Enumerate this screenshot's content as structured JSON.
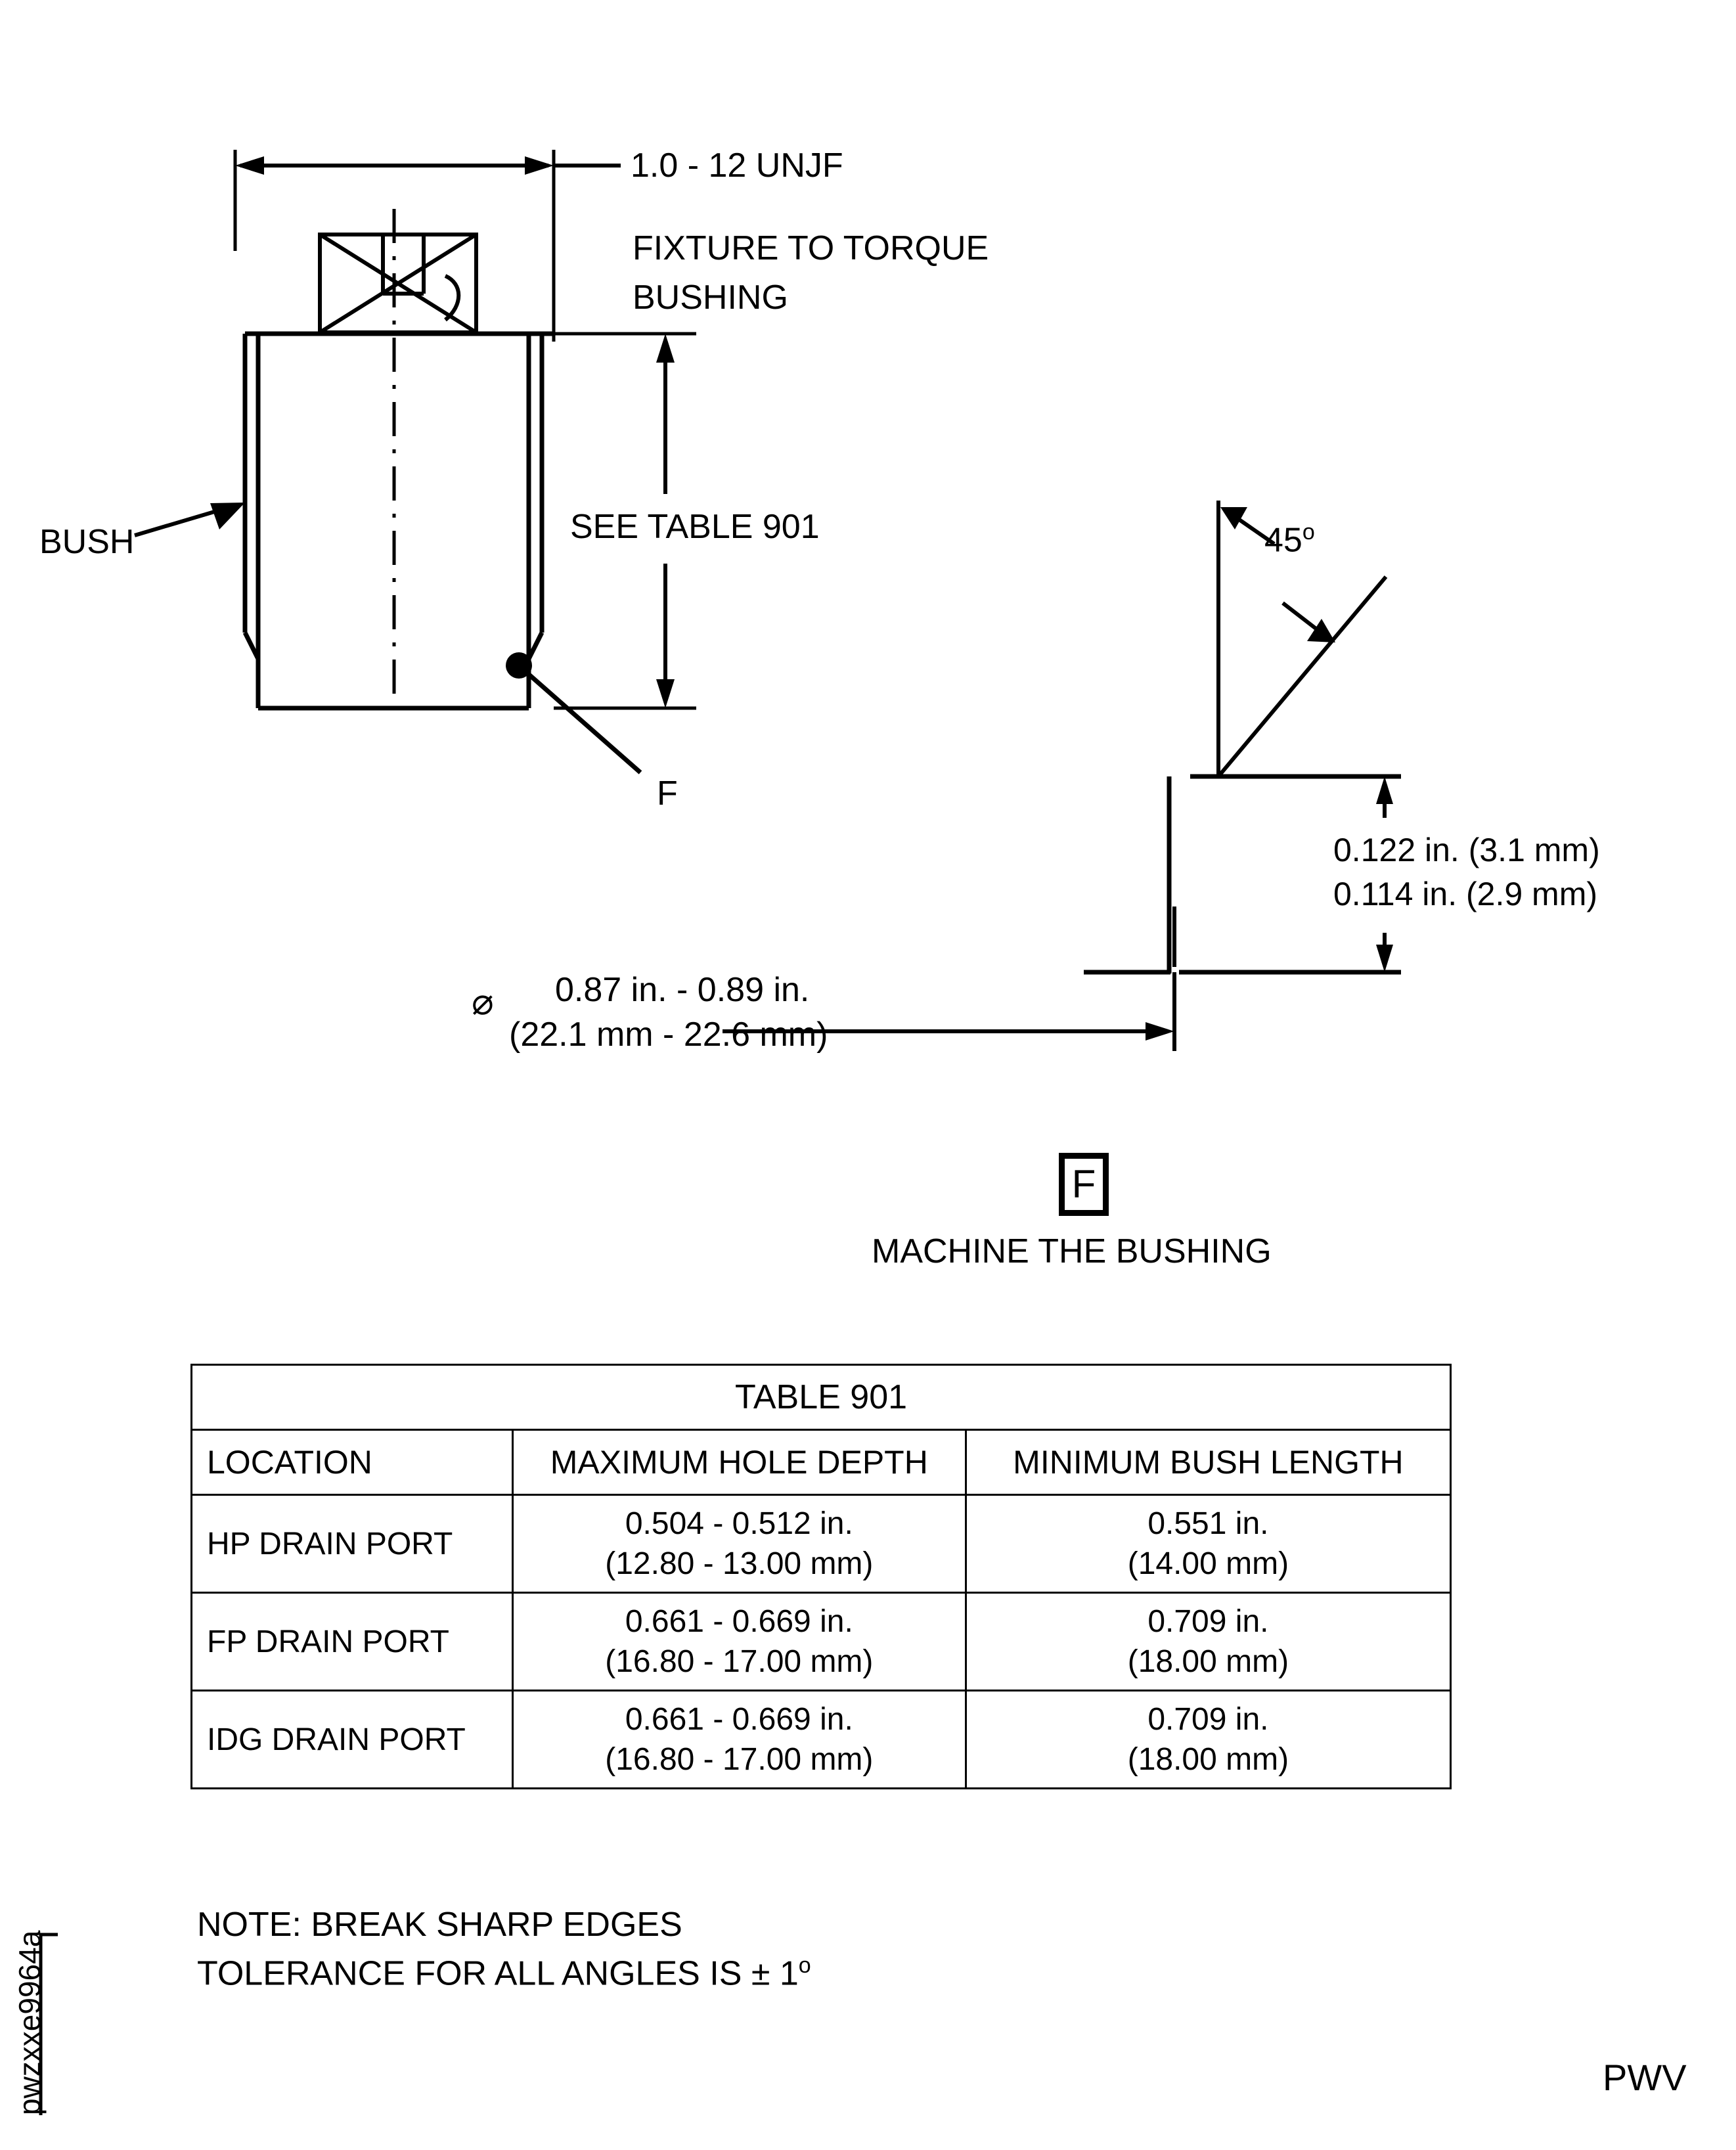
{
  "document": {
    "doc_id": "pwzxxe9964a",
    "corner_code": "PWV"
  },
  "main_view": {
    "thread_callout": "1.0 - 12 UNJF",
    "fixture_note_line1": "FIXTURE TO TORQUE",
    "fixture_note_line2": "BUSHING",
    "bush_label": "BUSH",
    "length_callout": "SEE TABLE 901",
    "surface_flag": "F"
  },
  "detail_view": {
    "angle_value": "45",
    "angle_unit": "o",
    "thickness_line1": "0.122 in. (3.1 mm)",
    "thickness_line2": "0.114 in. (2.9 mm)",
    "diameter_symbol": "⌀",
    "diameter_line1": "0.87 in. - 0.89 in.",
    "diameter_line2": "(22.1 mm - 22.6 mm)"
  },
  "surface_callout": {
    "symbol_letter": "F",
    "caption": "MACHINE THE BUSHING"
  },
  "table": {
    "title": "TABLE 901",
    "headers": [
      "LOCATION",
      "MAXIMUM HOLE DEPTH",
      "MINIMUM BUSH LENGTH"
    ],
    "rows": [
      {
        "location": "HP DRAIN PORT",
        "hole_depth_in": "0.504 - 0.512 in.",
        "hole_depth_mm": "(12.80 - 13.00 mm)",
        "bush_length_in": "0.551 in.",
        "bush_length_mm": "(14.00 mm)"
      },
      {
        "location": "FP DRAIN PORT",
        "hole_depth_in": "0.661 - 0.669 in.",
        "hole_depth_mm": "(16.80 - 17.00 mm)",
        "bush_length_in": "0.709 in.",
        "bush_length_mm": "(18.00 mm)"
      },
      {
        "location": "IDG DRAIN PORT",
        "hole_depth_in": "0.661 - 0.669 in.",
        "hole_depth_mm": "(16.80 - 17.00 mm)",
        "bush_length_in": "0.709 in.",
        "bush_length_mm": "(18.00 mm)"
      }
    ]
  },
  "notes": {
    "line1": "NOTE: BREAK SHARP EDGES",
    "line2_prefix": "TOLERANCE FOR ALL ANGLES IS ± 1",
    "line2_unit": "o"
  },
  "colors": {
    "ink": "#000000",
    "paper": "#ffffff"
  }
}
